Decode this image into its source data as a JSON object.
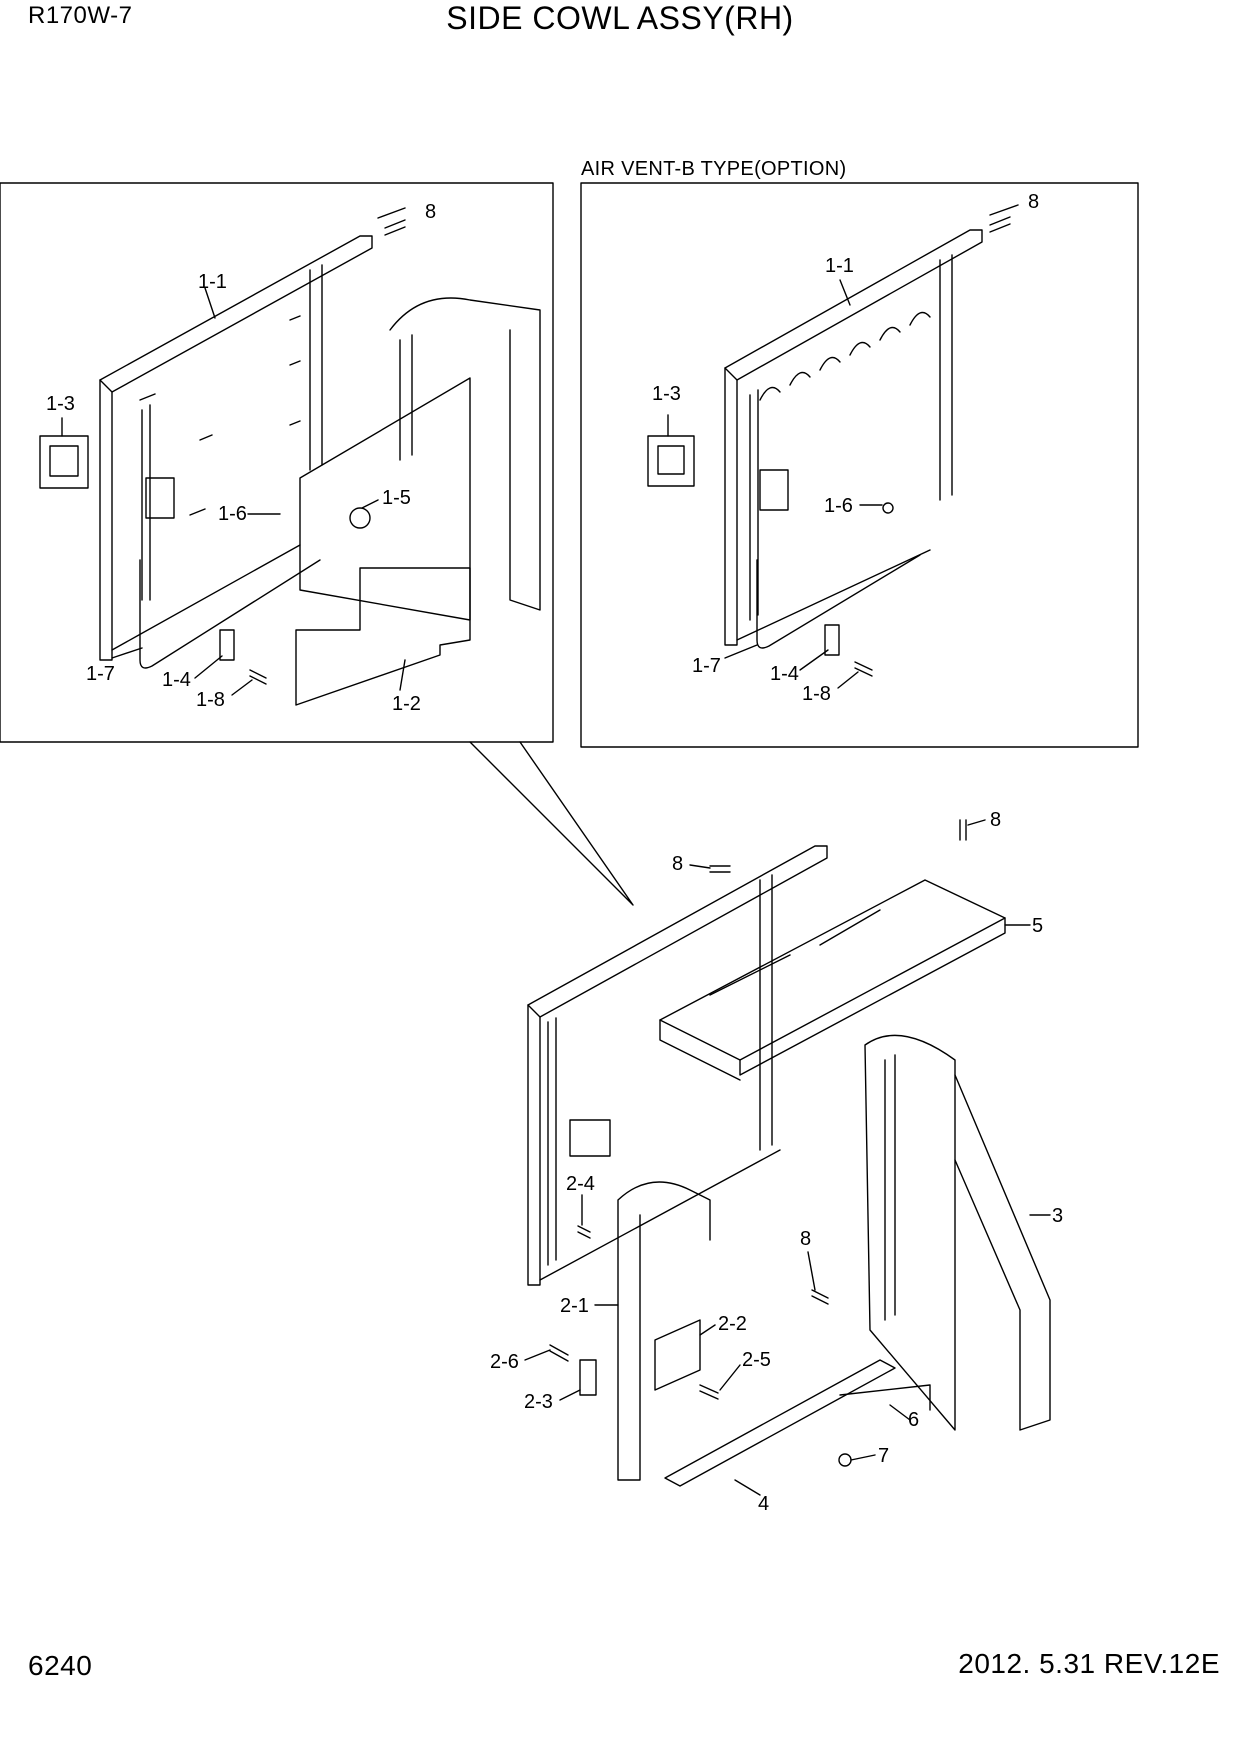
{
  "header": {
    "model": "R170W-7",
    "title": "SIDE COWL ASSY(RH)"
  },
  "footer": {
    "page_number": "6240",
    "revision": "2012. 5.31  REV.12E"
  },
  "option_panel": {
    "caption": "AIR VENT-B TYPE(OPTION)"
  },
  "callouts": {
    "left_panel": [
      "8",
      "1-1",
      "1-3",
      "1-5",
      "1-6",
      "1-7",
      "1-4",
      "1-8",
      "1-2"
    ],
    "right_panel": [
      "8",
      "1-1",
      "1-3",
      "1-6",
      "1-7",
      "1-4",
      "1-8"
    ],
    "main_assembly": [
      "8",
      "8",
      "5",
      "2-4",
      "3",
      "8",
      "2-1",
      "2-2",
      "2-6",
      "2-5",
      "2-3",
      "6",
      "7",
      "4"
    ]
  },
  "colors": {
    "line": "#000000",
    "background": "#ffffff"
  }
}
